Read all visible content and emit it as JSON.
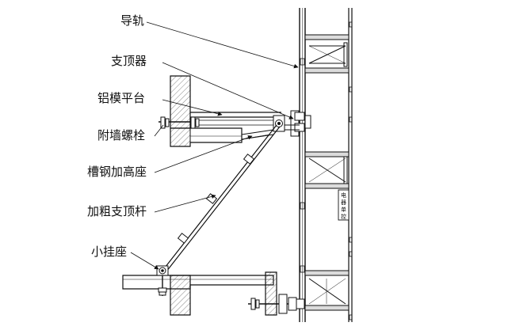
{
  "labels": {
    "guide_rail": "导轨",
    "top_support": "支顶器",
    "aluminum_platform": "铝模平台",
    "wall_bolt": "附墙螺栓",
    "channel_seat": "槽钢加高座",
    "thick_strut": "加粗支顶杆",
    "small_hanger": "小挂座"
  },
  "vertical_tag": [
    "电",
    "器",
    "单",
    "控"
  ]
}
